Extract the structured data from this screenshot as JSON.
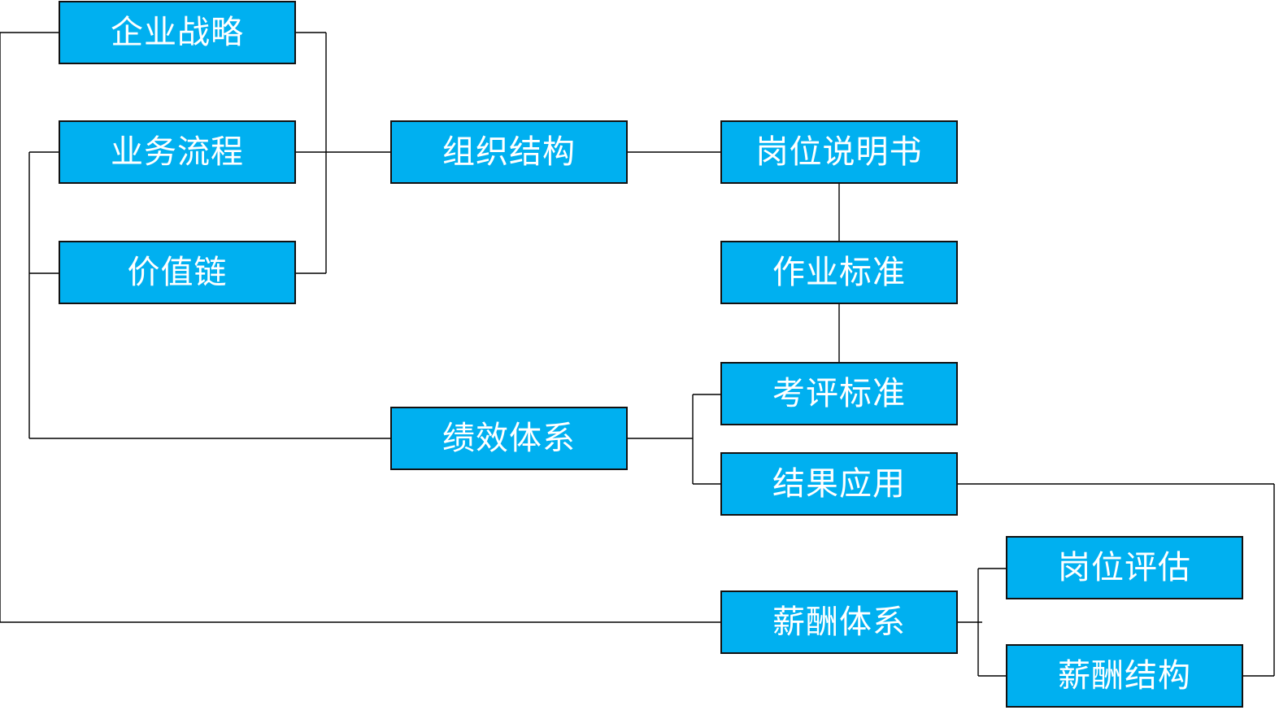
{
  "diagram": {
    "nodes": {
      "strategy": "企业战略",
      "business_process": "业务流程",
      "value_chain": "价值链",
      "org_structure": "组织结构",
      "performance_system": "绩效体系",
      "job_description": "岗位说明书",
      "operation_standard": "作业标准",
      "evaluation_standard": "考评标准",
      "result_application": "结果应用",
      "salary_system": "薪酬体系",
      "job_evaluation": "岗位评估",
      "salary_structure": "薪酬结构"
    },
    "edges": [
      {
        "from": "strategy",
        "to": "org_structure"
      },
      {
        "from": "business_process",
        "to": "org_structure"
      },
      {
        "from": "value_chain",
        "to": "org_structure"
      },
      {
        "from": "org_structure",
        "to": "job_description"
      },
      {
        "from": "job_description",
        "to": "operation_standard"
      },
      {
        "from": "operation_standard",
        "to": "evaluation_standard"
      },
      {
        "from": "business_process",
        "to": "performance_system"
      },
      {
        "from": "value_chain",
        "to": "performance_system"
      },
      {
        "from": "performance_system",
        "to": "evaluation_standard"
      },
      {
        "from": "performance_system",
        "to": "result_application"
      },
      {
        "from": "strategy",
        "to": "salary_system"
      },
      {
        "from": "salary_system",
        "to": "job_evaluation"
      },
      {
        "from": "salary_system",
        "to": "salary_structure"
      },
      {
        "from": "result_application",
        "to": "salary_structure"
      }
    ]
  }
}
